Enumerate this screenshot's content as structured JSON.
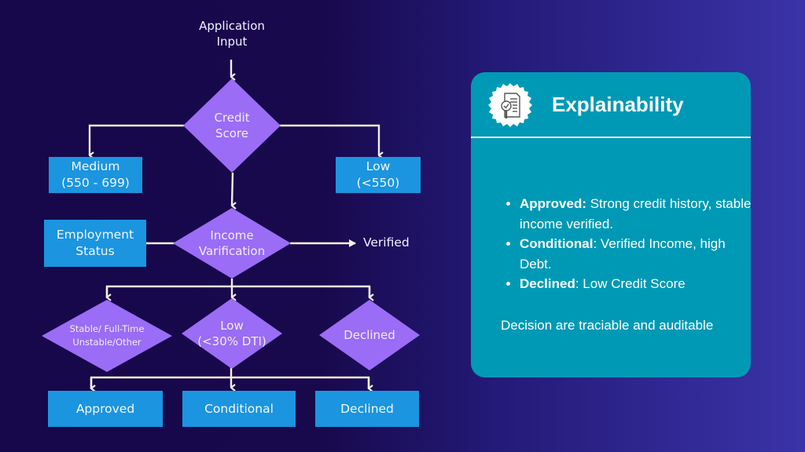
{
  "colors": {
    "background_left": "#16084a",
    "background_right": "#3a33a8",
    "decision_fill": "#9b6cf6",
    "process_fill": "#1b95e0",
    "connector": "#f4efe6",
    "card_fill": "#0099b5"
  },
  "flowchart": {
    "start": {
      "line1": "Application",
      "line2": "Input"
    },
    "credit_score": {
      "line1": "Credit",
      "line2": "Score"
    },
    "medium": {
      "line1": "Medium",
      "line2": "(550 - 699)"
    },
    "low_credit": {
      "line1": "Low",
      "line2": "(<550)"
    },
    "employment_status": {
      "line1": "Employment",
      "line2": "Status"
    },
    "income_verification": {
      "line1": "Income",
      "line2": "Varification"
    },
    "verified": "Verified",
    "employment_type": {
      "line1": "Stable/ Full-Time",
      "line2": "Unstable/Other"
    },
    "low_dti": {
      "line1": "Low",
      "line2": "(<30% DTI)"
    },
    "declined_decision": "Declined",
    "outcomes": {
      "approved": "Approved",
      "conditional": "Conditional",
      "declined": "Declined"
    }
  },
  "card": {
    "icon": "document-check-magnifier-icon",
    "title": "Explainability",
    "bullets": [
      {
        "bold": "Approved:",
        "text": " Strong credit history, stable income verified."
      },
      {
        "bold": "Conditional",
        "text": ": Verified Income, high Debt."
      },
      {
        "bold": "Declined",
        "text": ": Low Credit Score"
      }
    ],
    "footer": "Decision are traciable and auditable"
  }
}
